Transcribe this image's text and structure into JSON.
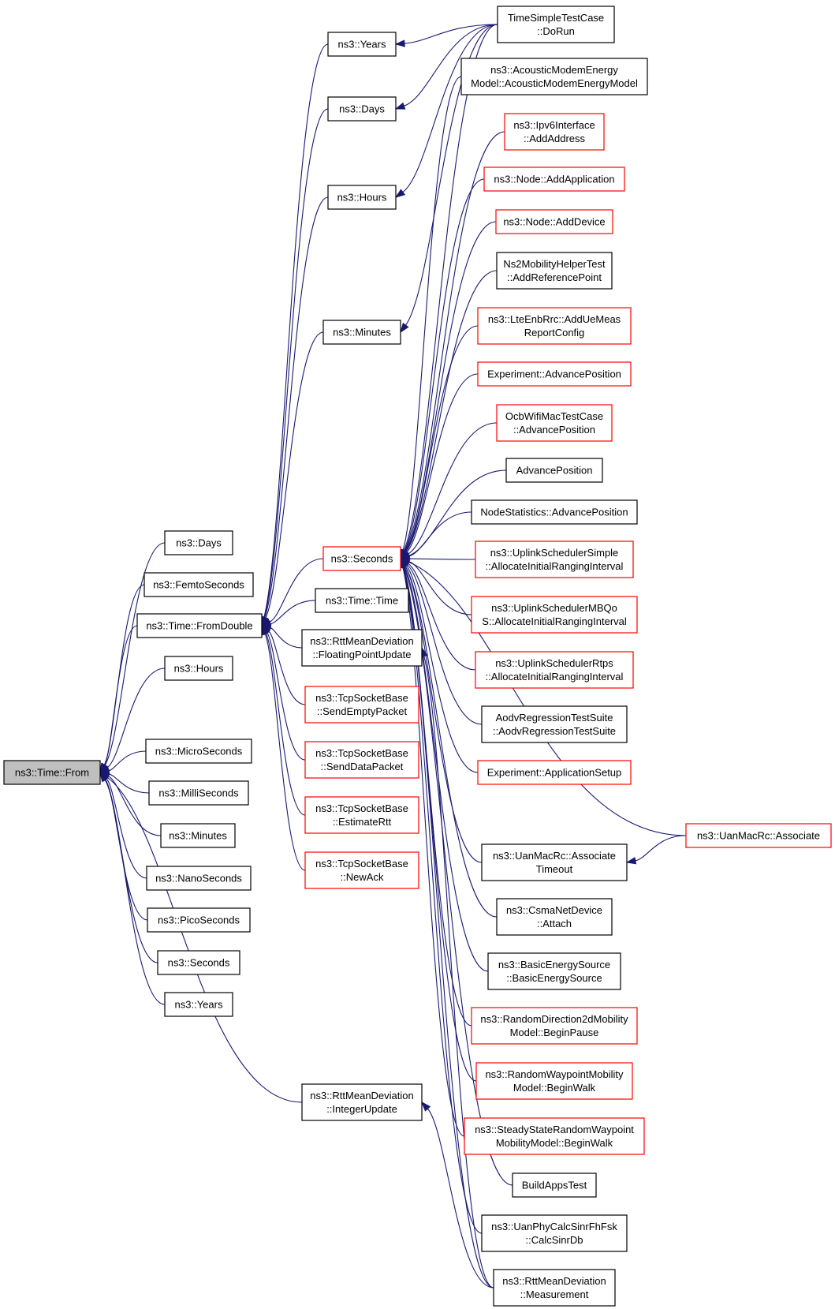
{
  "colors": {
    "edge": "#191970",
    "box_border": "#000000",
    "link_border": "#ff0000",
    "root_fill": "#bfbfbf",
    "background": "#ffffff"
  },
  "nodes": [
    {
      "id": "from",
      "lines": [
        "ns3::Time::From"
      ],
      "kind": "root"
    },
    {
      "id": "days_l",
      "lines": [
        "ns3::Days"
      ],
      "kind": "black"
    },
    {
      "id": "femto",
      "lines": [
        "ns3::FemtoSeconds"
      ],
      "kind": "black"
    },
    {
      "id": "fromdouble",
      "lines": [
        "ns3::Time::FromDouble"
      ],
      "kind": "black"
    },
    {
      "id": "hours_l",
      "lines": [
        "ns3::Hours"
      ],
      "kind": "black"
    },
    {
      "id": "micro",
      "lines": [
        "ns3::MicroSeconds"
      ],
      "kind": "black"
    },
    {
      "id": "milli",
      "lines": [
        "ns3::MilliSeconds"
      ],
      "kind": "black"
    },
    {
      "id": "minutes_l",
      "lines": [
        "ns3::Minutes"
      ],
      "kind": "black"
    },
    {
      "id": "nano",
      "lines": [
        "ns3::NanoSeconds"
      ],
      "kind": "black"
    },
    {
      "id": "pico",
      "lines": [
        "ns3::PicoSeconds"
      ],
      "kind": "black"
    },
    {
      "id": "seconds_l",
      "lines": [
        "ns3::Seconds"
      ],
      "kind": "black"
    },
    {
      "id": "years_l",
      "lines": [
        "ns3::Years"
      ],
      "kind": "black"
    },
    {
      "id": "years_m",
      "lines": [
        "ns3::Years"
      ],
      "kind": "black"
    },
    {
      "id": "days_m",
      "lines": [
        "ns3::Days"
      ],
      "kind": "black"
    },
    {
      "id": "hours_m",
      "lines": [
        "ns3::Hours"
      ],
      "kind": "black"
    },
    {
      "id": "minutes_m",
      "lines": [
        "ns3::Minutes"
      ],
      "kind": "black"
    },
    {
      "id": "seconds_m",
      "lines": [
        "ns3::Seconds"
      ],
      "kind": "red"
    },
    {
      "id": "timetime",
      "lines": [
        "ns3::Time::Time"
      ],
      "kind": "black"
    },
    {
      "id": "rtt_fpu",
      "lines": [
        "ns3::RttMeanDeviation",
        "::FloatingPointUpdate"
      ],
      "kind": "black"
    },
    {
      "id": "tcp_sep",
      "lines": [
        "ns3::TcpSocketBase",
        "::SendEmptyPacket"
      ],
      "kind": "red"
    },
    {
      "id": "tcp_sdp",
      "lines": [
        "ns3::TcpSocketBase",
        "::SendDataPacket"
      ],
      "kind": "red"
    },
    {
      "id": "tcp_ert",
      "lines": [
        "ns3::TcpSocketBase",
        "::EstimateRtt"
      ],
      "kind": "red"
    },
    {
      "id": "tcp_newack",
      "lines": [
        "ns3::TcpSocketBase",
        "::NewAck"
      ],
      "kind": "red"
    },
    {
      "id": "rtt_iu",
      "lines": [
        "ns3::RttMeanDeviation",
        "::IntegerUpdate"
      ],
      "kind": "black"
    },
    {
      "id": "tstc",
      "lines": [
        "TimeSimpleTestCase",
        "::DoRun"
      ],
      "kind": "black"
    },
    {
      "id": "acoustic",
      "lines": [
        "ns3::AcousticModemEnergy",
        "Model::AcousticModemEnergyModel"
      ],
      "kind": "black"
    },
    {
      "id": "ipv6",
      "lines": [
        "ns3::Ipv6Interface",
        "::AddAddress"
      ],
      "kind": "red"
    },
    {
      "id": "addapp",
      "lines": [
        "ns3::Node::AddApplication"
      ],
      "kind": "red"
    },
    {
      "id": "adddev",
      "lines": [
        "ns3::Node::AddDevice"
      ],
      "kind": "red"
    },
    {
      "id": "ns2mob",
      "lines": [
        "Ns2MobilityHelperTest",
        "::AddReferencePoint"
      ],
      "kind": "black"
    },
    {
      "id": "lteenb",
      "lines": [
        "ns3::LteEnbRrc::AddUeMeas",
        "ReportConfig"
      ],
      "kind": "red"
    },
    {
      "id": "exp_adv",
      "lines": [
        "Experiment::AdvancePosition"
      ],
      "kind": "red"
    },
    {
      "id": "ocb",
      "lines": [
        "OcbWifiMacTestCase",
        "::AdvancePosition"
      ],
      "kind": "red"
    },
    {
      "id": "advpos",
      "lines": [
        "AdvancePosition"
      ],
      "kind": "black"
    },
    {
      "id": "nodestats",
      "lines": [
        "NodeStatistics::AdvancePosition"
      ],
      "kind": "black"
    },
    {
      "id": "ul_simple",
      "lines": [
        "ns3::UplinkSchedulerSimple",
        "::AllocateInitialRangingInterval"
      ],
      "kind": "red"
    },
    {
      "id": "ul_mbqos",
      "lines": [
        "ns3::UplinkSchedulerMBQo",
        "S::AllocateInitialRangingInterval"
      ],
      "kind": "red"
    },
    {
      "id": "ul_rtps",
      "lines": [
        "ns3::UplinkSchedulerRtps",
        "::AllocateInitialRangingInterval"
      ],
      "kind": "red"
    },
    {
      "id": "aodv",
      "lines": [
        "AodvRegressionTestSuite",
        "::AodvRegressionTestSuite"
      ],
      "kind": "black"
    },
    {
      "id": "exp_app",
      "lines": [
        "Experiment::ApplicationSetup"
      ],
      "kind": "red"
    },
    {
      "id": "uan_assoc",
      "lines": [
        "ns3::UanMacRc::Associate"
      ],
      "kind": "red"
    },
    {
      "id": "uan_at",
      "lines": [
        "ns3::UanMacRc::Associate",
        "Timeout"
      ],
      "kind": "black"
    },
    {
      "id": "csma",
      "lines": [
        "ns3::CsmaNetDevice",
        "::Attach"
      ],
      "kind": "black"
    },
    {
      "id": "basicenergy",
      "lines": [
        "ns3::BasicEnergySource",
        "::BasicEnergySource"
      ],
      "kind": "black"
    },
    {
      "id": "rand2d",
      "lines": [
        "ns3::RandomDirection2dMobility",
        "Model::BeginPause"
      ],
      "kind": "red"
    },
    {
      "id": "randwp",
      "lines": [
        "ns3::RandomWaypointMobility",
        "Model::BeginWalk"
      ],
      "kind": "red"
    },
    {
      "id": "steady",
      "lines": [
        "ns3::SteadyStateRandomWaypoint",
        "MobilityModel::BeginWalk"
      ],
      "kind": "red"
    },
    {
      "id": "buildapps",
      "lines": [
        "BuildAppsTest"
      ],
      "kind": "black"
    },
    {
      "id": "uanphy",
      "lines": [
        "ns3::UanPhyCalcSinrFhFsk",
        "::CalcSinrDb"
      ],
      "kind": "black"
    },
    {
      "id": "rtt_meas",
      "lines": [
        "ns3::RttMeanDeviation",
        "::Measurement"
      ],
      "kind": "black"
    }
  ],
  "edges": [
    [
      "days_l",
      "from"
    ],
    [
      "femto",
      "from"
    ],
    [
      "fromdouble",
      "from"
    ],
    [
      "hours_l",
      "from"
    ],
    [
      "micro",
      "from"
    ],
    [
      "milli",
      "from"
    ],
    [
      "minutes_l",
      "from"
    ],
    [
      "nano",
      "from"
    ],
    [
      "pico",
      "from"
    ],
    [
      "seconds_l",
      "from"
    ],
    [
      "years_l",
      "from"
    ],
    [
      "rtt_iu",
      "from"
    ],
    [
      "years_m",
      "fromdouble"
    ],
    [
      "days_m",
      "fromdouble"
    ],
    [
      "hours_m",
      "fromdouble"
    ],
    [
      "minutes_m",
      "fromdouble"
    ],
    [
      "seconds_m",
      "fromdouble"
    ],
    [
      "timetime",
      "fromdouble"
    ],
    [
      "rtt_fpu",
      "fromdouble"
    ],
    [
      "tcp_sep",
      "fromdouble"
    ],
    [
      "tcp_sdp",
      "fromdouble"
    ],
    [
      "tcp_ert",
      "fromdouble"
    ],
    [
      "tcp_newack",
      "fromdouble"
    ],
    [
      "tstc",
      "years_m"
    ],
    [
      "tstc",
      "days_m"
    ],
    [
      "tstc",
      "hours_m"
    ],
    [
      "tstc",
      "minutes_m"
    ],
    [
      "tstc",
      "seconds_m"
    ],
    [
      "acoustic",
      "seconds_m"
    ],
    [
      "ipv6",
      "seconds_m"
    ],
    [
      "addapp",
      "seconds_m"
    ],
    [
      "adddev",
      "seconds_m"
    ],
    [
      "ns2mob",
      "seconds_m"
    ],
    [
      "lteenb",
      "seconds_m"
    ],
    [
      "exp_adv",
      "seconds_m"
    ],
    [
      "ocb",
      "seconds_m"
    ],
    [
      "advpos",
      "seconds_m"
    ],
    [
      "nodestats",
      "seconds_m"
    ],
    [
      "ul_simple",
      "seconds_m"
    ],
    [
      "ul_mbqos",
      "seconds_m"
    ],
    [
      "ul_rtps",
      "seconds_m"
    ],
    [
      "aodv",
      "seconds_m"
    ],
    [
      "exp_app",
      "seconds_m"
    ],
    [
      "uan_assoc",
      "seconds_m"
    ],
    [
      "uan_at",
      "seconds_m"
    ],
    [
      "csma",
      "seconds_m"
    ],
    [
      "basicenergy",
      "seconds_m"
    ],
    [
      "rand2d",
      "seconds_m"
    ],
    [
      "randwp",
      "seconds_m"
    ],
    [
      "steady",
      "seconds_m"
    ],
    [
      "buildapps",
      "seconds_m"
    ],
    [
      "uanphy",
      "seconds_m"
    ],
    [
      "rtt_meas",
      "seconds_m"
    ],
    [
      "uan_assoc",
      "uan_at"
    ],
    [
      "rtt_meas",
      "rtt_fpu"
    ],
    [
      "rtt_meas",
      "rtt_iu"
    ]
  ]
}
